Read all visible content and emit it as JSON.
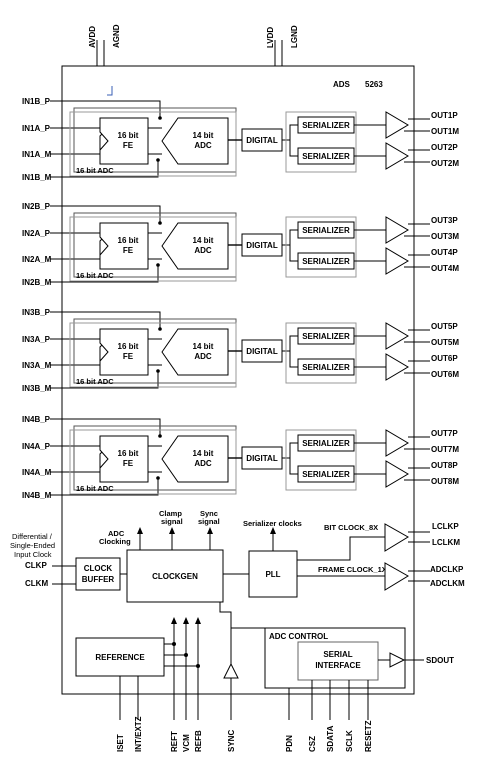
{
  "chip": {
    "prefix": "ADS",
    "number": "5263"
  },
  "power_pins": [
    "AVDD",
    "AGND",
    "LVDD",
    "LGND"
  ],
  "channels": [
    {
      "in_p": "IN1B_P",
      "in_a_p": "IN1A_P",
      "in_a_m": "IN1A_M",
      "in_m": "IN1B_M",
      "out1": "OUT1P",
      "out2": "OUT1M",
      "out3": "OUT2P",
      "out4": "OUT2M"
    },
    {
      "in_p": "IN2B_P",
      "in_a_p": "IN2A_P",
      "in_a_m": "IN2A_M",
      "in_m": "IN2B_M",
      "out1": "OUT3P",
      "out2": "OUT3M",
      "out3": "OUT4P",
      "out4": "OUT4M"
    },
    {
      "in_p": "IN3B_P",
      "in_a_p": "IN3A_P",
      "in_a_m": "IN3A_M",
      "in_m": "IN3B_M",
      "out1": "OUT5P",
      "out2": "OUT5M",
      "out3": "OUT6P",
      "out4": "OUT6M"
    },
    {
      "in_p": "IN4B_P",
      "in_a_p": "IN4A_P",
      "in_a_m": "IN4A_M",
      "in_m": "IN4B_M",
      "out1": "OUT7P",
      "out2": "OUT7M",
      "out3": "OUT8P",
      "out4": "OUT8M"
    }
  ],
  "blocks": {
    "fe_line1": "16 bit",
    "fe_line2": "FE",
    "adc_line1": "14 bit",
    "adc_line2": "ADC",
    "group": "16 bit ADC",
    "digital": "DIGITAL",
    "serializer": "SERIALIZER",
    "clock_buffer_1": "CLOCK",
    "clock_buffer_2": "BUFFER",
    "clockgen": "CLOCKGEN",
    "pll": "PLL",
    "reference": "REFERENCE",
    "adc_control": "ADC CONTROL",
    "serial_interface_1": "SERIAL",
    "serial_interface_2": "INTERFACE"
  },
  "clock": {
    "diff_1": "Differential /",
    "diff_2": "Single-Ended",
    "diff_3": "Input Clock",
    "clkp": "CLKP",
    "clkm": "CLKM",
    "adc_clocking_1": "ADC",
    "adc_clocking_2": "Clocking",
    "clamp_1": "Clamp",
    "clamp_2": "signal",
    "sync_1": "Sync",
    "sync_2": "signal",
    "serializer_clocks": "Serializer clocks",
    "bit_clock": "BIT CLOCK_8X",
    "frame_clock": "FRAME CLOCK_1X",
    "lclkp": "LCLKP",
    "lclkm": "LCLKM",
    "adclkp": "ADCLKP",
    "adclkm": "ADCLKM"
  },
  "sdout": "SDOUT",
  "bottom_pins": [
    "ISET",
    "INT/EXTZ",
    "REFT",
    "VCM",
    "REFB",
    "SYNC",
    "PDN",
    "CSZ",
    "SDATA",
    "SCLK",
    "RESETZ"
  ]
}
